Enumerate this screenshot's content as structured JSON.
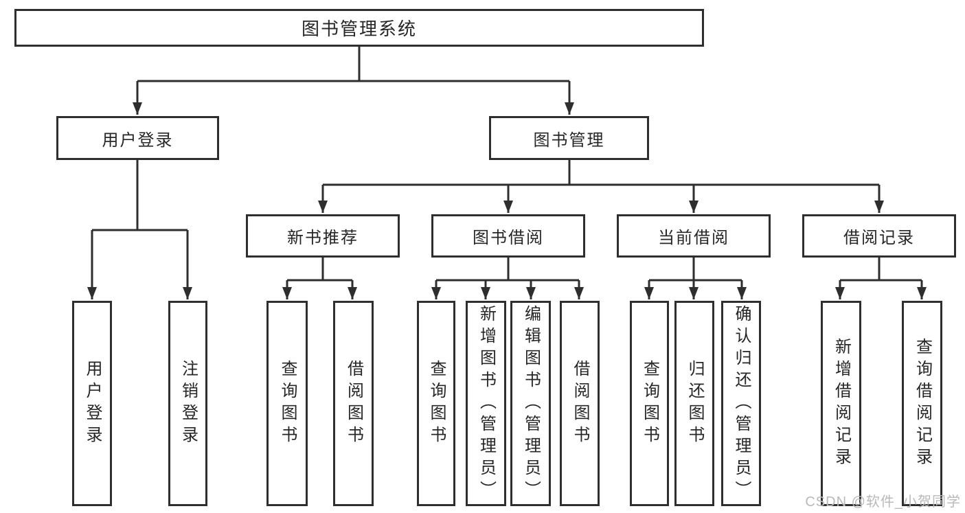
{
  "colors": {
    "line": "#2e2e2e",
    "box_border": "#2e2e2e",
    "text": "#262626",
    "background": "#ffffff",
    "watermark": "#b9b9b9"
  },
  "tree": {
    "root": {
      "label": "图书管理系统"
    },
    "branches": [
      {
        "label": "用户登录",
        "children": [
          {
            "label": "用户登录"
          },
          {
            "label": "注销登录"
          }
        ]
      },
      {
        "label": "图书管理",
        "children": [
          {
            "label": "新书推荐",
            "children": [
              {
                "label": "查询图书"
              },
              {
                "label": "借阅图书"
              }
            ]
          },
          {
            "label": "图书借阅",
            "children": [
              {
                "label": "查询图书"
              },
              {
                "label": "新增图书（管理员）"
              },
              {
                "label": "编辑图书（管理员）"
              },
              {
                "label": "借阅图书"
              }
            ]
          },
          {
            "label": "当前借阅",
            "children": [
              {
                "label": "查询图书"
              },
              {
                "label": "归还图书"
              },
              {
                "label": "确认归还（管理员）"
              }
            ]
          },
          {
            "label": "借阅记录",
            "children": [
              {
                "label": "新增借阅记录"
              },
              {
                "label": "查询借阅记录"
              }
            ]
          }
        ]
      }
    ]
  },
  "watermark": {
    "text": "CSDN @软件_小贺同学"
  }
}
